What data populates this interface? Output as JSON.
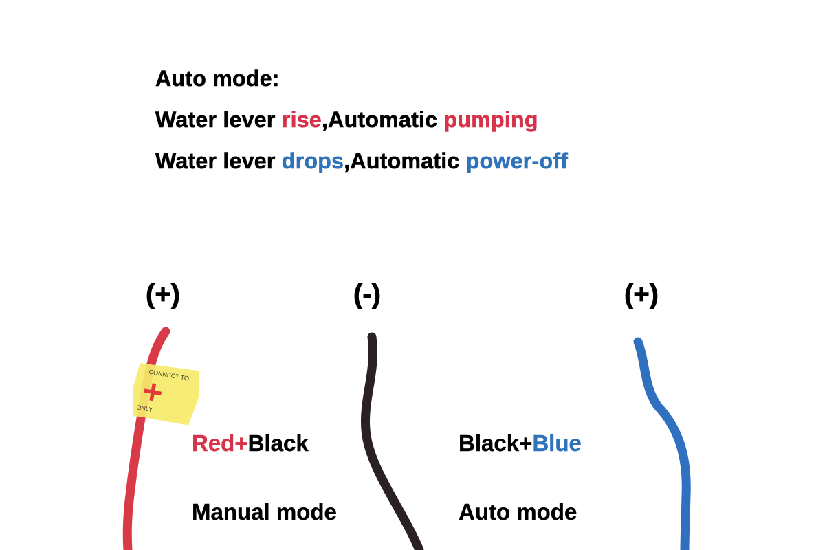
{
  "intro": {
    "heading": "Auto mode:",
    "line1": {
      "a": "Water lever ",
      "b": "rise",
      "c": ",Automatic ",
      "d": "pumping"
    },
    "line2": {
      "a": "Water lever ",
      "b": "drops",
      "c": ",Automatic ",
      "d": "power-off"
    }
  },
  "wires": [
    {
      "sign": "(+)",
      "color": "#d93a48"
    },
    {
      "sign": "(-)",
      "color": "#2a2222"
    },
    {
      "sign": "(+)",
      "color": "#2f70c0"
    }
  ],
  "tag": {
    "text_top": "CONNECT TO",
    "text_bottom": "ONLY",
    "symbol": "+",
    "color": "#f5ea6a"
  },
  "connections": [
    {
      "first": "Red+",
      "second": "Black",
      "mode": "Manual mode"
    },
    {
      "first": "Black+",
      "second": "Blue",
      "mode": "Auto mode"
    }
  ],
  "colors": {
    "red": "#d6334a",
    "blue": "#2f73ba",
    "black": "#000000"
  }
}
